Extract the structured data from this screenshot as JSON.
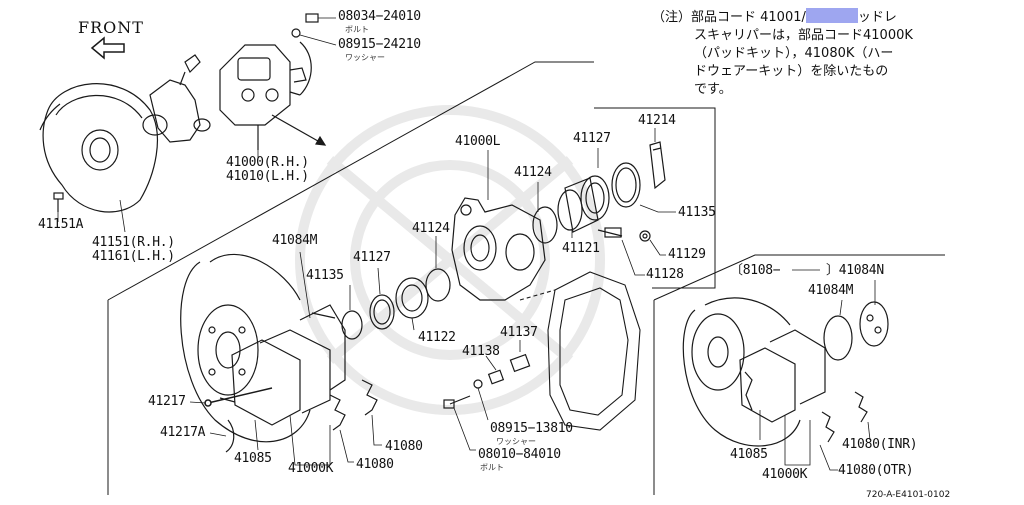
{
  "front_label": "FRONT",
  "note": {
    "line1_prefix": "（注）部品コード 41001/",
    "line1_suffix": "ッドレ",
    "line2": "スキャリパーは，部品コード41000K",
    "line3": "（パッドキット），41080K（ハー",
    "line4": "ドウェアーキット）を除いたもの",
    "line5": "です。"
  },
  "labels": {
    "bolt_08034": "08034−24010",
    "bolt_08034_sub": "ボルト",
    "washer_08915_24210": "08915−24210",
    "washer_08915_24210_sub": "ワッシャー",
    "caliper_rh": "41000(R.H.)",
    "caliper_lh": "41010(L.H.)",
    "p41151a": "41151A",
    "plate_rh": "41151(R.H.)",
    "plate_lh": "41161(L.H.)",
    "p41000l": "41000L",
    "p41214": "41214",
    "p41127_top": "41127",
    "p41124_top": "41124",
    "p41135_right": "41135",
    "p41121": "41121",
    "p41129": "41129",
    "p41128": "41128",
    "p41124_mid": "41124",
    "p41084m": "41084M",
    "p41127_mid": "41127",
    "p41135_left": "41135",
    "p41122": "41122",
    "p41137": "41137",
    "p41138": "41138",
    "washer_08915_13810": "08915−13810",
    "washer_08915_13810_sub": "ワッシャー",
    "bolt_08010": "08010−84010",
    "bolt_08010_sub": "ボルト",
    "p41217": "41217",
    "p41217a": "41217A",
    "p41085_left": "41085",
    "p41000k_left": "41000K",
    "p41080_a": "41080",
    "p41080_b": "41080",
    "inset_8108": "〔8108−",
    "inset_41084n": "〕41084N",
    "inset_41084m": "41084M",
    "inset_41085": "41085",
    "inset_41000k": "41000K",
    "inset_41080_inr": "41080(INR)",
    "inset_41080_otr": "41080(OTR)",
    "drawing_ref": "720-A-E4101-0102"
  },
  "colors": {
    "line": "#1a1a1a",
    "redaction": "#9ea6f0",
    "watermark": "#e9e9e9"
  }
}
